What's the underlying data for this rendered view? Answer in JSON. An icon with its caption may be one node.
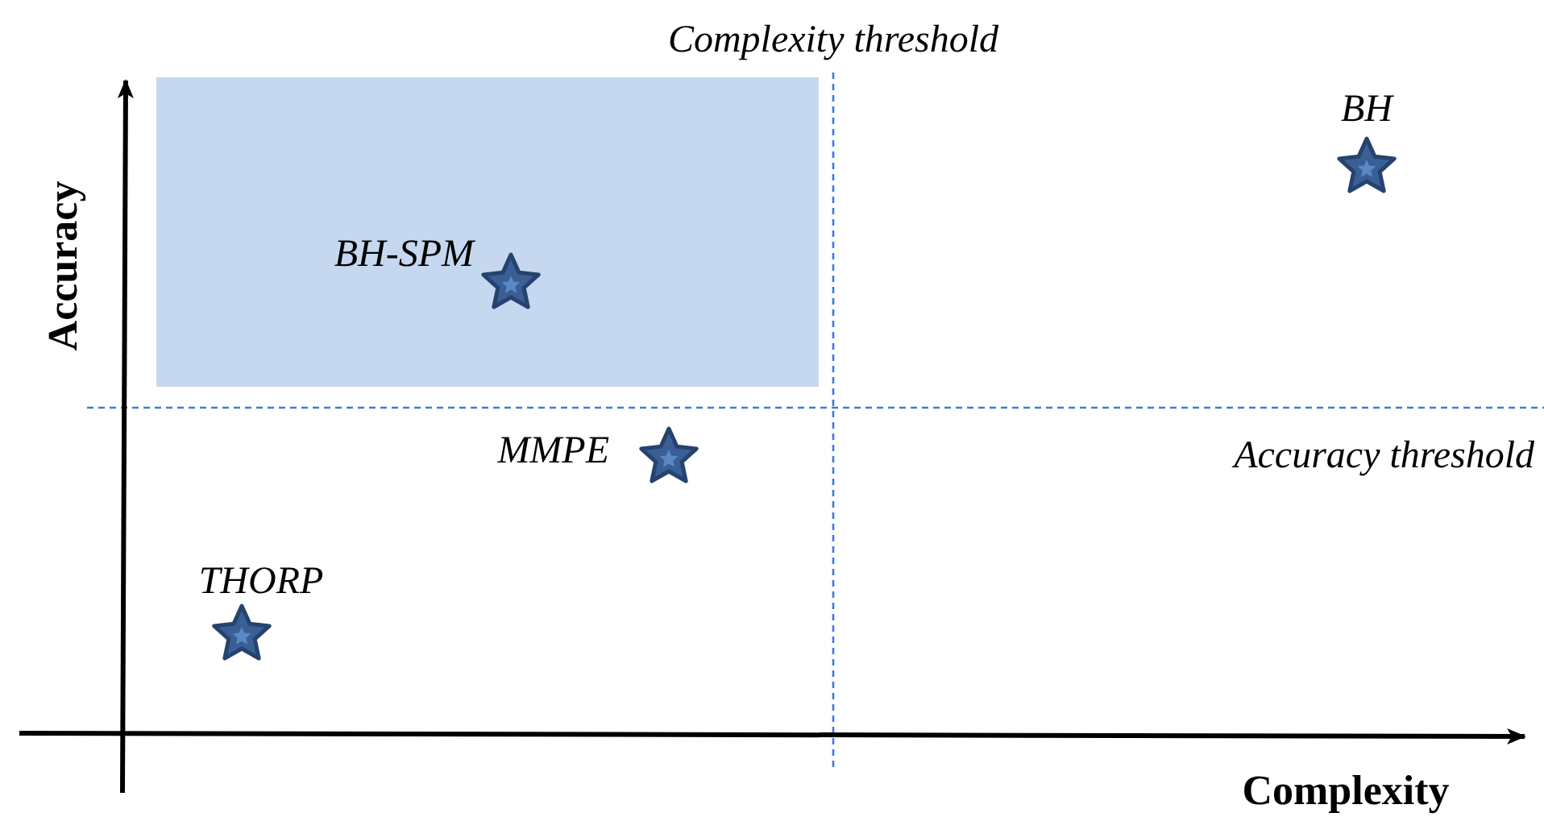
{
  "diagram": {
    "labels": [
      "Complexity threshold",
      "BH",
      "Accuracy",
      "BH-SPM",
      "MMPE",
      "Accuracy threshold",
      "THORP",
      "Complexity"
    ]
  }
}
